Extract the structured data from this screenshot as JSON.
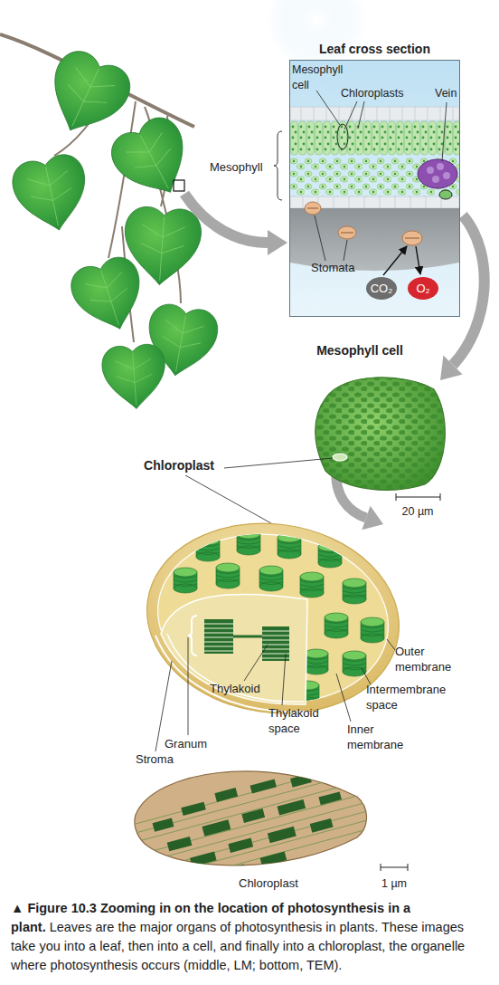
{
  "diagram": {
    "title": "▲ Figure 10.3 Zooming in on the location of photosynthesis in a plant.",
    "caption": "Leaves are the major organs of photosynthesis in plants. These images take you into a leaf, then into a cell, and finally into a chloroplast, the organelle where photosynthesis occurs (middle, LM; bottom, TEM).",
    "nodes": [
      {
        "text": [
          "Leaf cross section"
        ]
      },
      {
        "text": [
          "CO₂"
        ],
        "in": 0
      },
      {
        "text": [
          "O₂"
        ],
        "in": 0
      }
    ],
    "labels": [
      "Mesophyll cell",
      "Chloroplasts",
      "Vein",
      "Mesophyll",
      "Stomata",
      "Mesophyll cell",
      "20 µm",
      "Chloroplast",
      "Outer membrane",
      "Intermembrane space",
      "Thylakoid",
      "Thylakoid space",
      "Inner membrane",
      "Granum",
      "Stroma",
      "Chloroplast",
      "1 µm"
    ]
  }
}
